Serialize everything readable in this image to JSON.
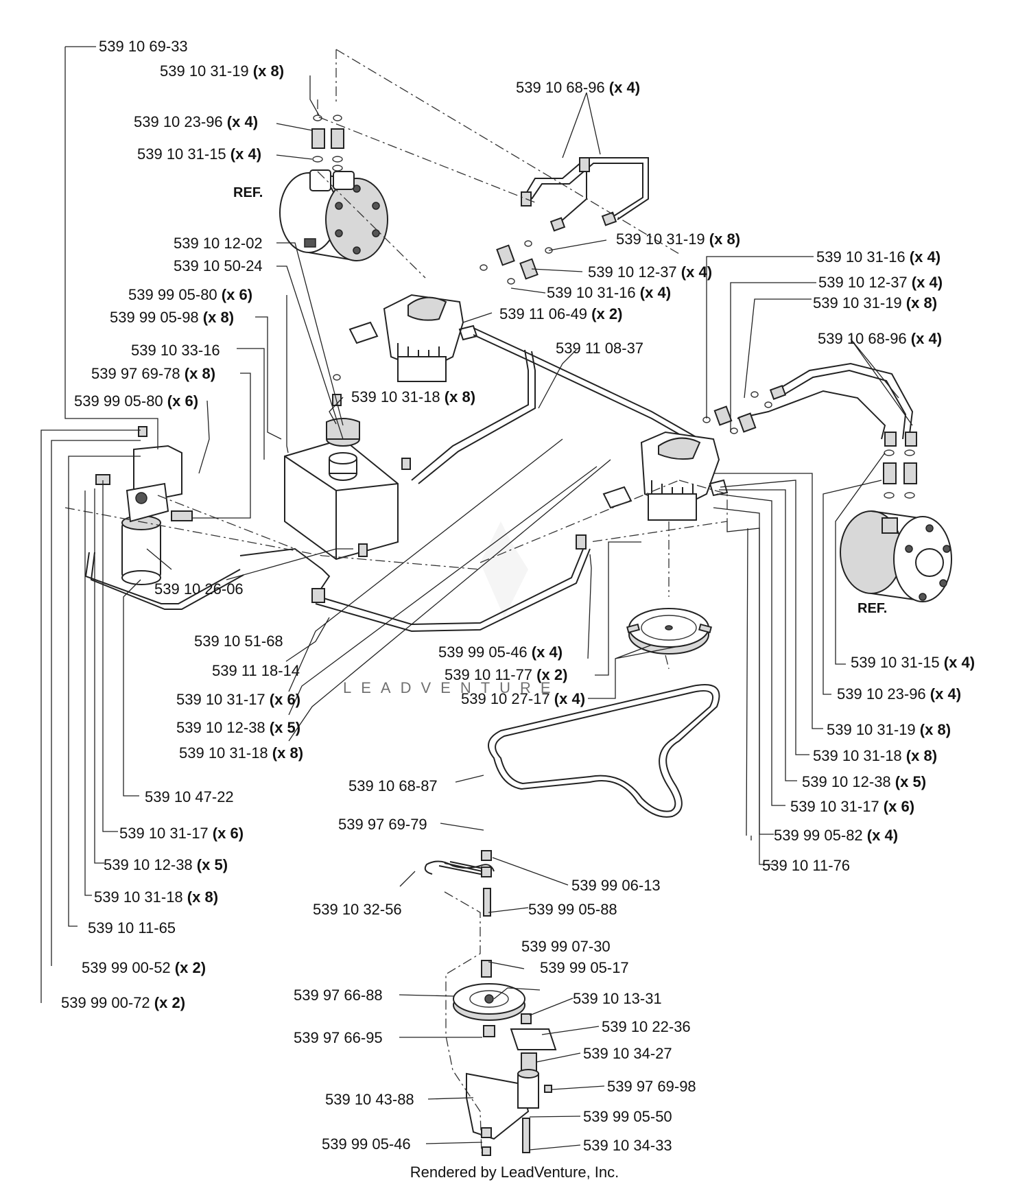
{
  "diagram": {
    "ref_label": "REF.",
    "footer": "Rendered by LeadVenture, Inc.",
    "watermark": "LEADVENTURE",
    "callouts": [
      {
        "id": "c1",
        "part": "539 10 69-33",
        "qty": ""
      },
      {
        "id": "c2",
        "part": "539 10 31-19",
        "qty": "(x 8)"
      },
      {
        "id": "c3",
        "part": "539 10 68-96",
        "qty": "(x 4)"
      },
      {
        "id": "c4",
        "part": "539 10 23-96",
        "qty": "(x 4)"
      },
      {
        "id": "c5",
        "part": "539 10 31-15",
        "qty": "(x 4)"
      },
      {
        "id": "c6",
        "part": "539 10 31-19",
        "qty": "(x 8)"
      },
      {
        "id": "c7",
        "part": "539 10 12-02",
        "qty": ""
      },
      {
        "id": "c8",
        "part": "539 10 31-16",
        "qty": "(x 4)"
      },
      {
        "id": "c9",
        "part": "539 10 50-24",
        "qty": ""
      },
      {
        "id": "c10",
        "part": "539 10 12-37",
        "qty": "(x 4)"
      },
      {
        "id": "c11",
        "part": "539 10 12-37",
        "qty": "(x 4)"
      },
      {
        "id": "c12",
        "part": "539 99 05-80",
        "qty": "(x 6)"
      },
      {
        "id": "c13",
        "part": "539 10 31-16",
        "qty": "(x 4)"
      },
      {
        "id": "c14",
        "part": "539 10 31-19",
        "qty": "(x 8)"
      },
      {
        "id": "c15",
        "part": "539 99 05-98",
        "qty": "(x 8)"
      },
      {
        "id": "c16",
        "part": "539 11 06-49",
        "qty": "(x 2)"
      },
      {
        "id": "c17",
        "part": "539 10 68-96",
        "qty": "(x 4)"
      },
      {
        "id": "c18",
        "part": "539 10 33-16",
        "qty": ""
      },
      {
        "id": "c19",
        "part": "539 11 08-37",
        "qty": ""
      },
      {
        "id": "c20",
        "part": "539 97 69-78",
        "qty": "(x 8)"
      },
      {
        "id": "c21",
        "part": "539 10 31-18",
        "qty": "(x 8)"
      },
      {
        "id": "c22",
        "part": "539 99 05-80",
        "qty": "(x 6)"
      },
      {
        "id": "c23",
        "part": "539 10 26-06",
        "qty": ""
      },
      {
        "id": "c24",
        "part": "539 10 51-68",
        "qty": ""
      },
      {
        "id": "c25",
        "part": "539 11 18-14",
        "qty": ""
      },
      {
        "id": "c26",
        "part": "539 99 05-46",
        "qty": "(x 4)"
      },
      {
        "id": "c27",
        "part": "539 10 31-15",
        "qty": "(x 4)"
      },
      {
        "id": "c28",
        "part": "539 10 11-77",
        "qty": "(x 2)"
      },
      {
        "id": "c29",
        "part": "539 10 23-96",
        "qty": "(x 4)"
      },
      {
        "id": "c30",
        "part": "539 10 31-17",
        "qty": "(x 6)"
      },
      {
        "id": "c31",
        "part": "539 10 27-17",
        "qty": "(x 4)"
      },
      {
        "id": "c32",
        "part": "539 10 12-38",
        "qty": "(x 5)"
      },
      {
        "id": "c33",
        "part": "539 10 31-19",
        "qty": "(x 8)"
      },
      {
        "id": "c34",
        "part": "539 10 31-18",
        "qty": "(x 8)"
      },
      {
        "id": "c35",
        "part": "539 10 31-18",
        "qty": "(x 8)"
      },
      {
        "id": "c36",
        "part": "539 10 68-87",
        "qty": ""
      },
      {
        "id": "c37",
        "part": "539 10 12-38",
        "qty": "(x 5)"
      },
      {
        "id": "c38",
        "part": "539 10 47-22",
        "qty": ""
      },
      {
        "id": "c39",
        "part": "539 10 31-17",
        "qty": "(x 6)"
      },
      {
        "id": "c40",
        "part": "539 97 69-79",
        "qty": ""
      },
      {
        "id": "c41",
        "part": "539 10 31-17",
        "qty": "(x 6)"
      },
      {
        "id": "c42",
        "part": "539 99 05-82",
        "qty": "(x 4)"
      },
      {
        "id": "c43",
        "part": "539 10 12-38",
        "qty": "(x 5)"
      },
      {
        "id": "c44",
        "part": "539 10 11-76",
        "qty": ""
      },
      {
        "id": "c45",
        "part": "539 99 06-13",
        "qty": ""
      },
      {
        "id": "c46",
        "part": "539 10 31-18",
        "qty": "(x 8)"
      },
      {
        "id": "c47",
        "part": "539 10 32-56",
        "qty": ""
      },
      {
        "id": "c48",
        "part": "539 99 05-88",
        "qty": ""
      },
      {
        "id": "c49",
        "part": "539 10 11-65",
        "qty": ""
      },
      {
        "id": "c50",
        "part": "539 99 07-30",
        "qty": ""
      },
      {
        "id": "c51",
        "part": "539 99 00-52",
        "qty": "(x 2)"
      },
      {
        "id": "c52",
        "part": "539 99 05-17",
        "qty": ""
      },
      {
        "id": "c53",
        "part": "539 97 66-88",
        "qty": ""
      },
      {
        "id": "c54",
        "part": "539 10 13-31",
        "qty": ""
      },
      {
        "id": "c55",
        "part": "539 99 00-72",
        "qty": "(x 2)"
      },
      {
        "id": "c56",
        "part": "539 10 22-36",
        "qty": ""
      },
      {
        "id": "c57",
        "part": "539 97 66-95",
        "qty": ""
      },
      {
        "id": "c58",
        "part": "539 10 34-27",
        "qty": ""
      },
      {
        "id": "c59",
        "part": "539 97 69-98",
        "qty": ""
      },
      {
        "id": "c60",
        "part": "539 10 43-88",
        "qty": ""
      },
      {
        "id": "c61",
        "part": "539 99 05-50",
        "qty": ""
      },
      {
        "id": "c62",
        "part": "539 99 05-46",
        "qty": ""
      },
      {
        "id": "c63",
        "part": "539 10 34-33",
        "qty": ""
      }
    ]
  }
}
